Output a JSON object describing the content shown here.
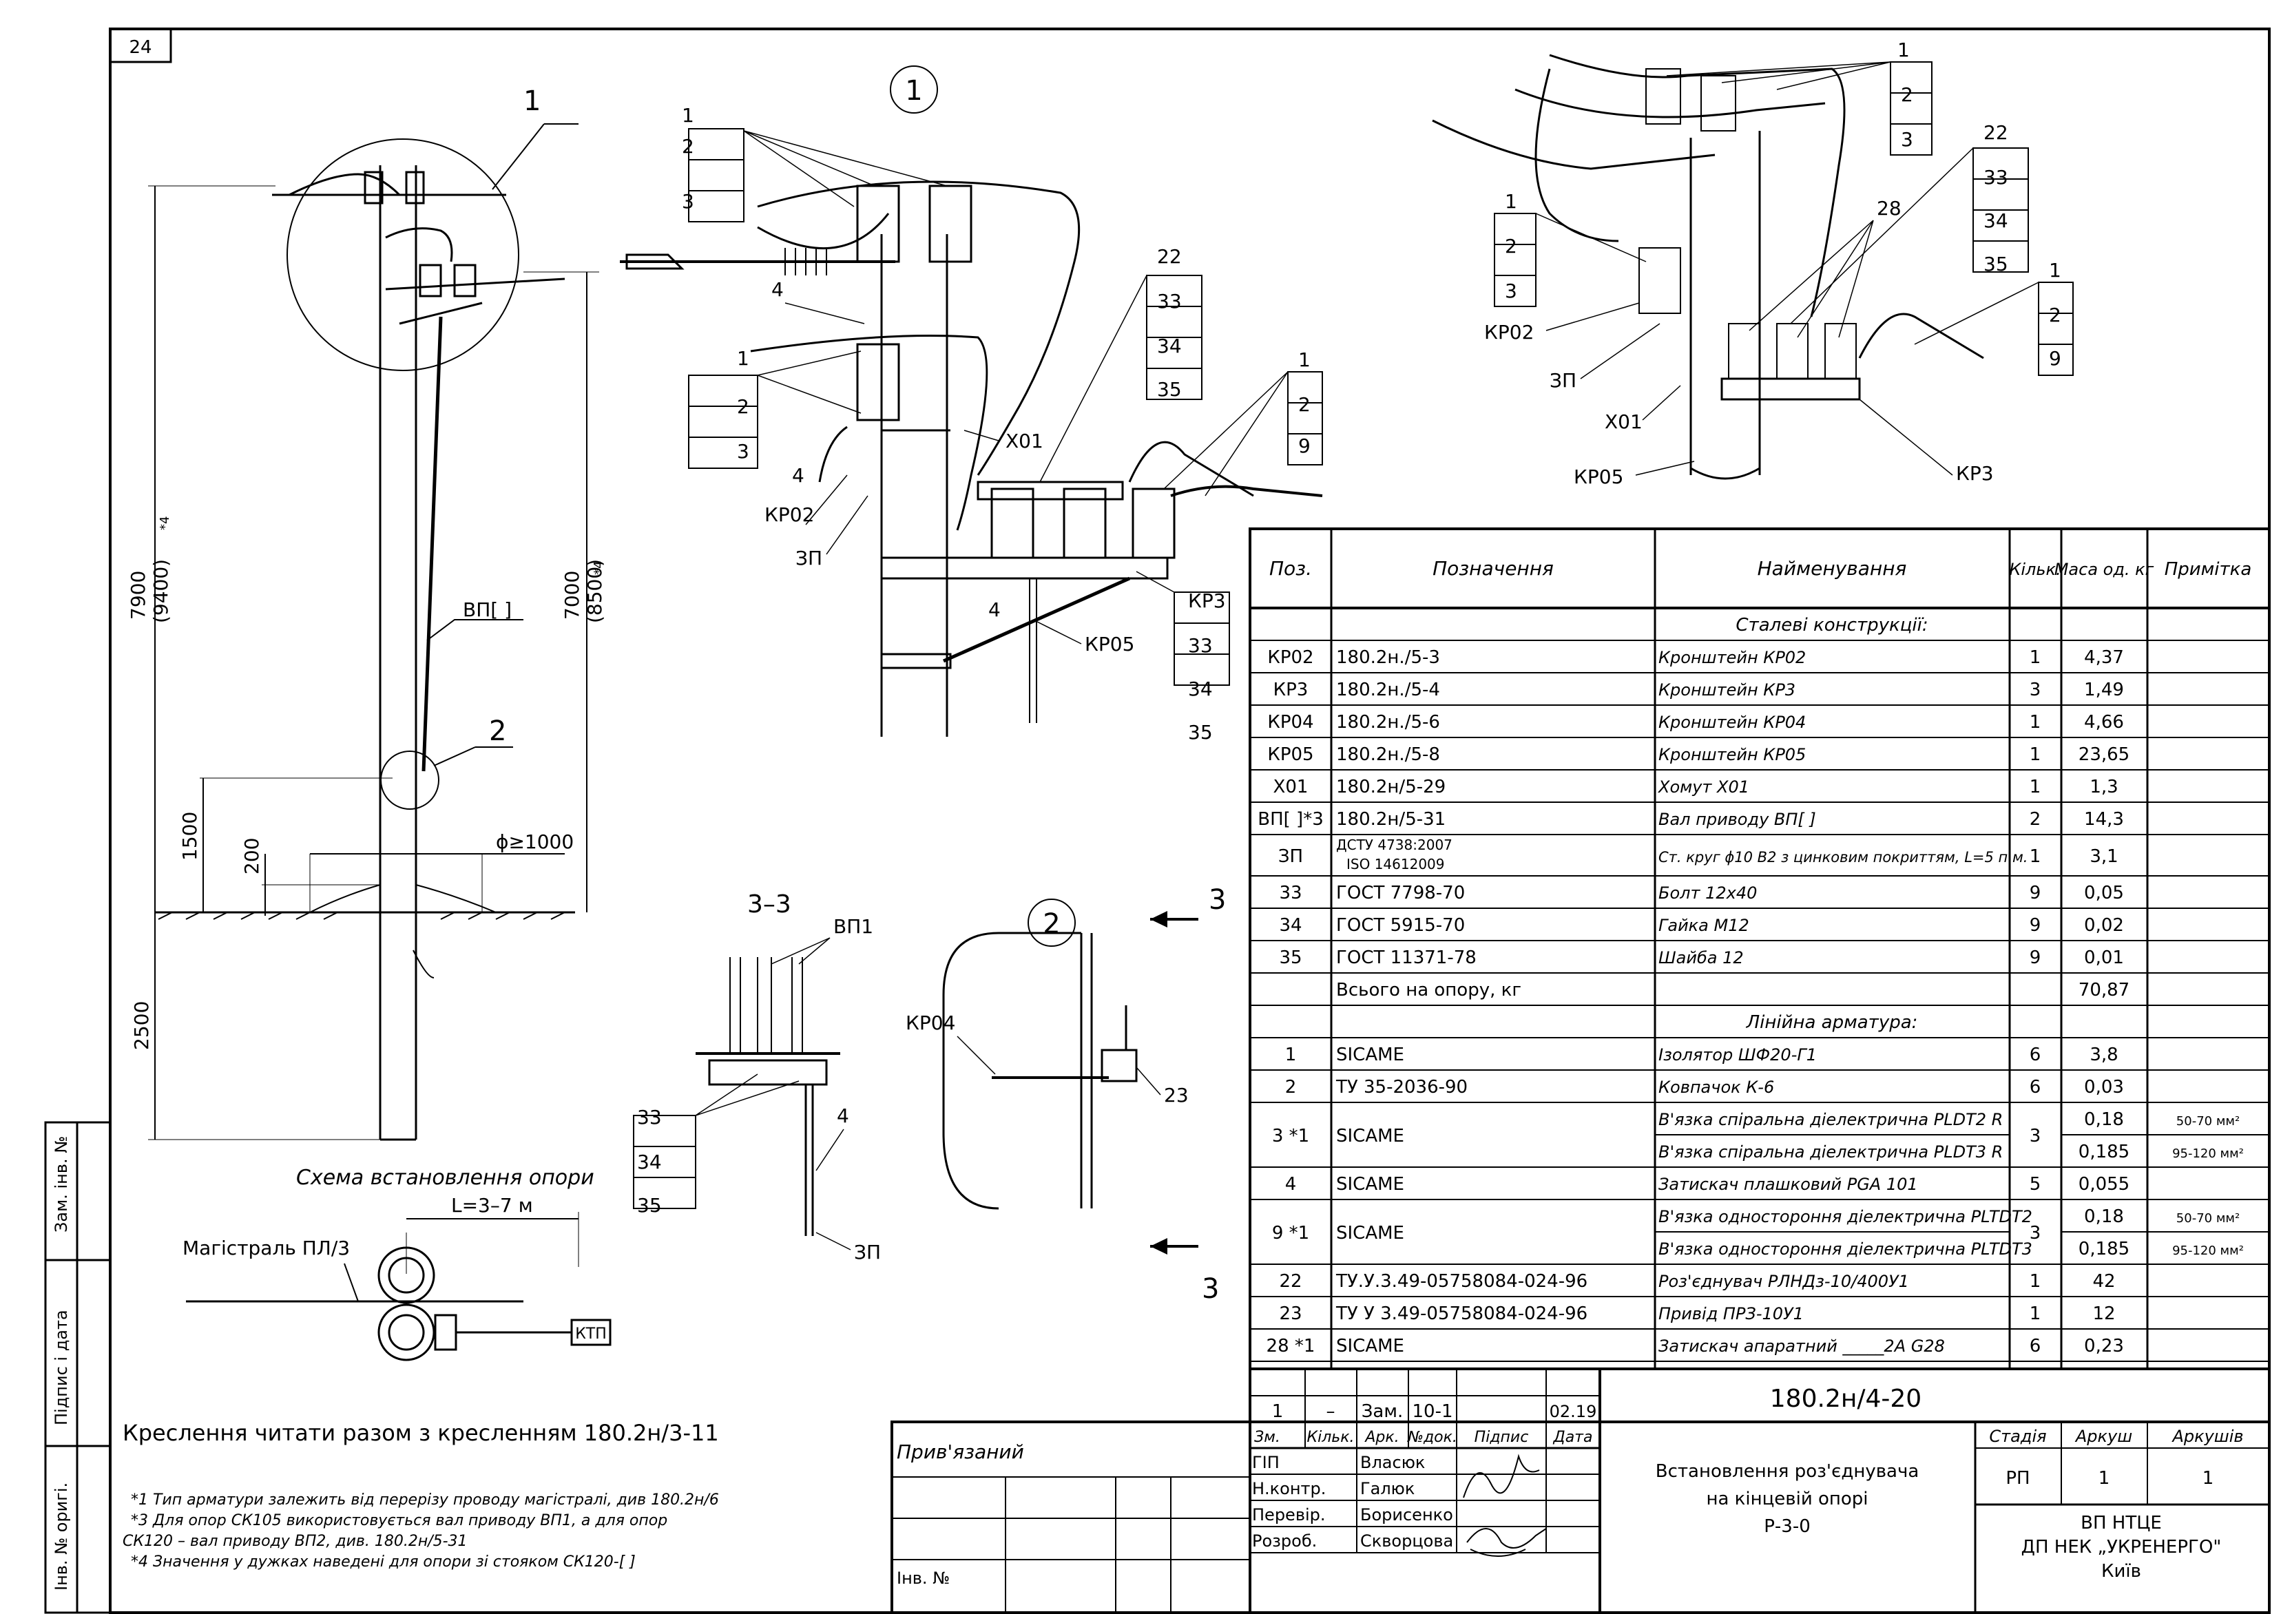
{
  "sheet_number": "24",
  "pole_diagram": {
    "callout_1": "1",
    "callout_2": "2",
    "dim_7900": "7900",
    "dim_9400": "(9400)",
    "dim_7000": "7000",
    "dim_8500": "(8500)",
    "star4": "*4",
    "label_vp": "ВП[ ]",
    "dim_1500": "1500",
    "dim_200": "200",
    "dim_2500": "2500",
    "dim_diam": "ϕ≥1000",
    "caption": "Схема встановлення опори"
  },
  "scheme": {
    "length_label": "L=3–7 м",
    "main_label": "Магістраль ПЛ/3",
    "ktp_label": "КТП"
  },
  "view_1": {
    "circle": "1",
    "callouts": [
      "1",
      "2",
      "3",
      "4",
      "1",
      "2",
      "3",
      "4",
      "КР02",
      "ЗП",
      "Х01",
      "22",
      "33",
      "34",
      "35",
      "1",
      "2",
      "9",
      "4",
      "КР05",
      "КР3",
      "33",
      "34",
      "35"
    ]
  },
  "section_33": {
    "title": "3–3",
    "vp1": "ВП1",
    "callouts": [
      "33",
      "34",
      "35",
      "4",
      "ЗП"
    ]
  },
  "view_2": {
    "circle": "2",
    "kr04": "КР04",
    "callout_23": "23",
    "arrow_label": "3"
  },
  "iso_view": {
    "callouts": [
      "1",
      "2",
      "3",
      "22",
      "33",
      "34",
      "35",
      "28",
      "1",
      "2",
      "3",
      "КР02",
      "ЗП",
      "Х01",
      "КР05",
      "1",
      "2",
      "9",
      "КР3"
    ]
  },
  "spec_table": {
    "headers": [
      "Поз.",
      "Позначення",
      "Найменування",
      "Кільк.",
      "Маса од. кг",
      "Примітка"
    ],
    "section_1": "Сталеві конструкції:",
    "rows_1": [
      {
        "pos": "КР02",
        "des": "180.2н./5-3",
        "name": "Кронштейн КР02",
        "qty": "1",
        "mass": "4,37",
        "note": ""
      },
      {
        "pos": "КР3",
        "des": "180.2н./5-4",
        "name": "Кронштейн КР3",
        "qty": "3",
        "mass": "1,49",
        "note": ""
      },
      {
        "pos": "КР04",
        "des": "180.2н./5-6",
        "name": "Кронштейн КР04",
        "qty": "1",
        "mass": "4,66",
        "note": ""
      },
      {
        "pos": "КР05",
        "des": "180.2н./5-8",
        "name": "Кронштейн КР05",
        "qty": "1",
        "mass": "23,65",
        "note": ""
      },
      {
        "pos": "Х01",
        "des": "180.2н/5-29",
        "name": "Хомут Х01",
        "qty": "1",
        "mass": "1,3",
        "note": ""
      },
      {
        "pos": "ВП[ ]*3",
        "des": "180.2н/5-31",
        "name": "Вал приводу ВП[ ]",
        "qty": "2",
        "mass": "14,3",
        "note": ""
      }
    ],
    "zp_row": {
      "pos": "ЗП",
      "des_line1": "ДСТУ 4738:2007",
      "des_line2": "ISO 14612009",
      "name": "Ст. круг ϕ10 В2 з цинковим покриттям, L=5 п.м.",
      "qty": "1",
      "mass": "3,1"
    },
    "rows_2": [
      {
        "pos": "33",
        "des": "ГОСТ 7798-70",
        "name": "Болт 12х40",
        "qty": "9",
        "mass": "0,05",
        "note": ""
      },
      {
        "pos": "34",
        "des": "ГОСТ 5915-70",
        "name": "Гайка М12",
        "qty": "9",
        "mass": "0,02",
        "note": ""
      },
      {
        "pos": "35",
        "des": "ГОСТ 11371-78",
        "name": "Шайба 12",
        "qty": "9",
        "mass": "0,01",
        "note": ""
      }
    ],
    "total_label": "Всього на опору, кг",
    "total_value": "70,87",
    "section_2": "Лінійна арматура:",
    "rows_3": [
      {
        "pos": "1",
        "des": "SICAME",
        "name": "Ізолятор ШФ20-Г1",
        "qty": "6",
        "mass": "3,8",
        "note": ""
      },
      {
        "pos": "2",
        "des": "ТУ 35-2036-90",
        "name": "Ковпачок К-6",
        "qty": "6",
        "mass": "0,03",
        "note": ""
      }
    ],
    "row_3": {
      "pos": "3 *1",
      "des": "SICAME",
      "name_a": "В'язка спіральна діелектрична PLDT2 R",
      "name_b": "В'язка спіральна діелектрична PLDT3 R",
      "qty": "3",
      "mass_a": "0,18",
      "mass_b": "0,185",
      "note_a": "50-70 мм²",
      "note_b": "95-120 мм²"
    },
    "row_4": {
      "pos": "4",
      "des": "SICAME",
      "name": "Затискач плашковий PGA 101",
      "qty": "5",
      "mass": "0,055",
      "note": ""
    },
    "row_9": {
      "pos": "9 *1",
      "des": "SICAME",
      "name_a": "В'язка одностороння діелектрична PLTDT2",
      "name_b": "В'язка одностороння діелектрична PLTDT3",
      "qty": "3",
      "mass_a": "0,18",
      "mass_b": "0,185",
      "note_a": "50-70 мм²",
      "note_b": "95-120 мм²"
    },
    "rows_4": [
      {
        "pos": "22",
        "des": "ТУ.У.3.49-05758084-024-96",
        "name": "Роз'єднувач РЛНДз-10/400У1",
        "qty": "1",
        "mass": "42",
        "note": ""
      },
      {
        "pos": "23",
        "des": "ТУ У 3.49-05758084-024-96",
        "name": "Привід ПРЗ-10У1",
        "qty": "1",
        "mass": "12",
        "note": ""
      },
      {
        "pos": "28 *1",
        "des": "SICAME",
        "name": "Затискач апаратний _____2А G28",
        "qty": "6",
        "mass": "0,23",
        "note": ""
      }
    ]
  },
  "title_block": {
    "rev": {
      "a": "1",
      "b": "–",
      "c": "Зам.",
      "d": "10-1",
      "e": "",
      "f": "02.19"
    },
    "rev_headers": [
      "Зм.",
      "Кільк.",
      "Арк.",
      "№док.",
      "Підпис",
      "Дата"
    ],
    "doc_code": "180.2н/4-20",
    "roles": [
      {
        "role": "ГІП",
        "name": "Власюк"
      },
      {
        "role": "Н.контр.",
        "name": "Галюк"
      },
      {
        "role": "Перевір.",
        "name": "Борисенко"
      },
      {
        "role": "Розроб.",
        "name": "Скворцова"
      }
    ],
    "title_lines": [
      "Встановлення роз'єднувача",
      "на кінцевій опорі",
      "Р-3-0"
    ],
    "stage_headers": [
      "Стадія",
      "Аркуш",
      "Аркушів"
    ],
    "stage_values": [
      "РП",
      "1",
      "1"
    ],
    "org_lines": [
      "ВП НТЦЕ",
      "ДП НЕК „УКРЕНЕРГО\"",
      "Київ"
    ],
    "attached": "Прив'язаний",
    "inv": "Інв. №"
  },
  "left_strip": [
    "Зам. інв. №",
    "Підпис і дата",
    "Інв. № оригі."
  ],
  "notes": {
    "read_with": "Креслення читати разом з кресленням 180.2н/3-11",
    "lines": [
      "*1 Тип арматури залежить від перерізу проводу магістралі, див 180.2н/6",
      "*3 Для опор СК105 використовується вал приводу ВП1, а для опор",
      "СК120 – вал приводу ВП2, див. 180.2н/5-31",
      "*4 Значення у дужках наведені для опори зі стояком СК120-[ ]"
    ]
  }
}
